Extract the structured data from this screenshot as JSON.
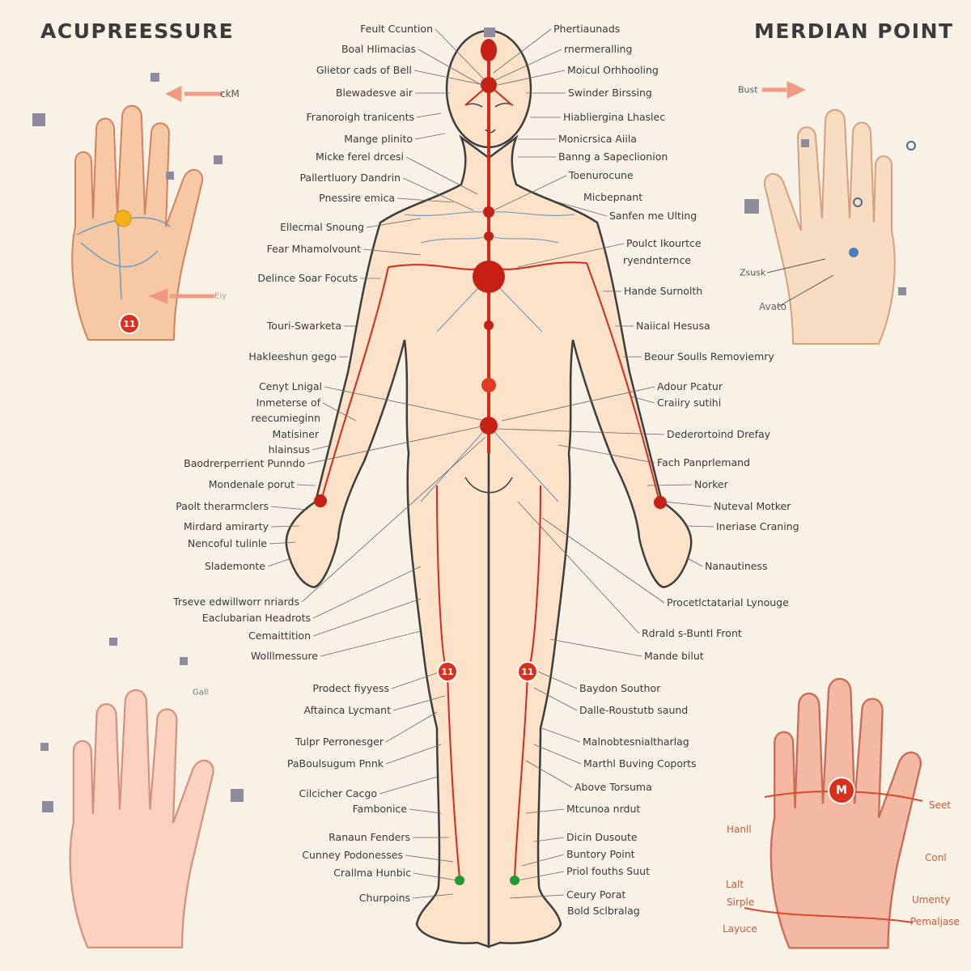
{
  "titles": {
    "left": "ACUPREESSURE",
    "right": "MERDIAN POINT"
  },
  "colors": {
    "background": "#f7f1e6",
    "skin": "#f9dcc0",
    "meridian": "#d42a1a",
    "outline": "#3d3d3d"
  },
  "left_labels": [
    "Feult Ccuntion",
    "Boal Hlimacias",
    "Glietor cads of Bell",
    "Blewadesve air",
    "Franoroigh tranicents",
    "Mange plinito",
    "Micke ferel drcesi",
    "Pallertluory Dandrin",
    "Pnessire emica",
    "Ellecmal Snoung",
    "Fear Mhamolvount",
    "Delince Soar Focuts",
    "Touri-Swarketa",
    "Hakleeshun gego",
    "Cenyt Lnigal",
    "Inmeterse of",
    "reecumieginn",
    "Matisiner",
    "hlainsus",
    "Baodrerperrient Punndo",
    "Mondenale porut",
    "Paolt therarmclers",
    "Mirdard amirarty",
    "Nencoful tulinle",
    "Slademonte",
    "Trseve edwillworr nriards",
    "Eaclubarian Headrots",
    "Cemaittition",
    "Wolllmessure",
    "Prodect fiyyess",
    "Aftainca Lycmant",
    "Tulpr Perronesger",
    "PaBoulsugum Pnnk",
    "Cilcicher Cacgo",
    "Fambonice",
    "Ranaun Fenders",
    "Cunney Podonesses",
    "Crallma Hunbic",
    "Churpoins"
  ],
  "right_labels": [
    "Phertiaunads",
    "rnermeralling",
    "Moicul Orhhooling",
    "Swinder Birssing",
    "Hiabliergina Lhaslec",
    "Monicrsica Aiila",
    "Banng a Sapeclionion",
    "Toenurocune",
    "Micbepnant",
    "Sanfen me Ulting",
    "Poulct Ikourtce",
    "ryendnternce",
    "Hande Surnolth",
    "Naiical Hesusa",
    "Beour Soulls Removiemry",
    "Adour Pcatur",
    "Craiiry sutihi",
    "Dederortoind Drefay",
    "Fach Panprlemand",
    "Norker",
    "Nuteval Motker",
    "Ineriase Craning",
    "Nanautiness",
    "Procetlctatarial Lynouge",
    "Rdrald s-Buntl Front",
    "Mande bilut",
    "Baydon Southor",
    "Dalle-Roustutb saund",
    "Malnobtesnialtharlag",
    "Marthl Buving Coports",
    "Above Torsuma",
    "Mtcunoa nrdut",
    "Dicin Dusoute",
    "Buntory Point",
    "Priol fouths Suut",
    "Ceury Porat",
    "Bold Sclbralag"
  ],
  "hand_labels": {
    "top_left": [
      "ckM",
      "Eiy"
    ],
    "top_right": [
      "Bust",
      "Zsusk",
      "Avato"
    ],
    "bottom_left": [
      "Gall"
    ],
    "bottom_right": [
      "Seet",
      "Hanll",
      "Conl",
      "Lalt",
      "Sirple",
      "Umenty",
      "Layuce",
      "Pemaljase"
    ]
  },
  "badges": {
    "top_left_hand": "11",
    "left_knee": "11",
    "right_knee": "11",
    "bottom_right_hand": "M"
  }
}
